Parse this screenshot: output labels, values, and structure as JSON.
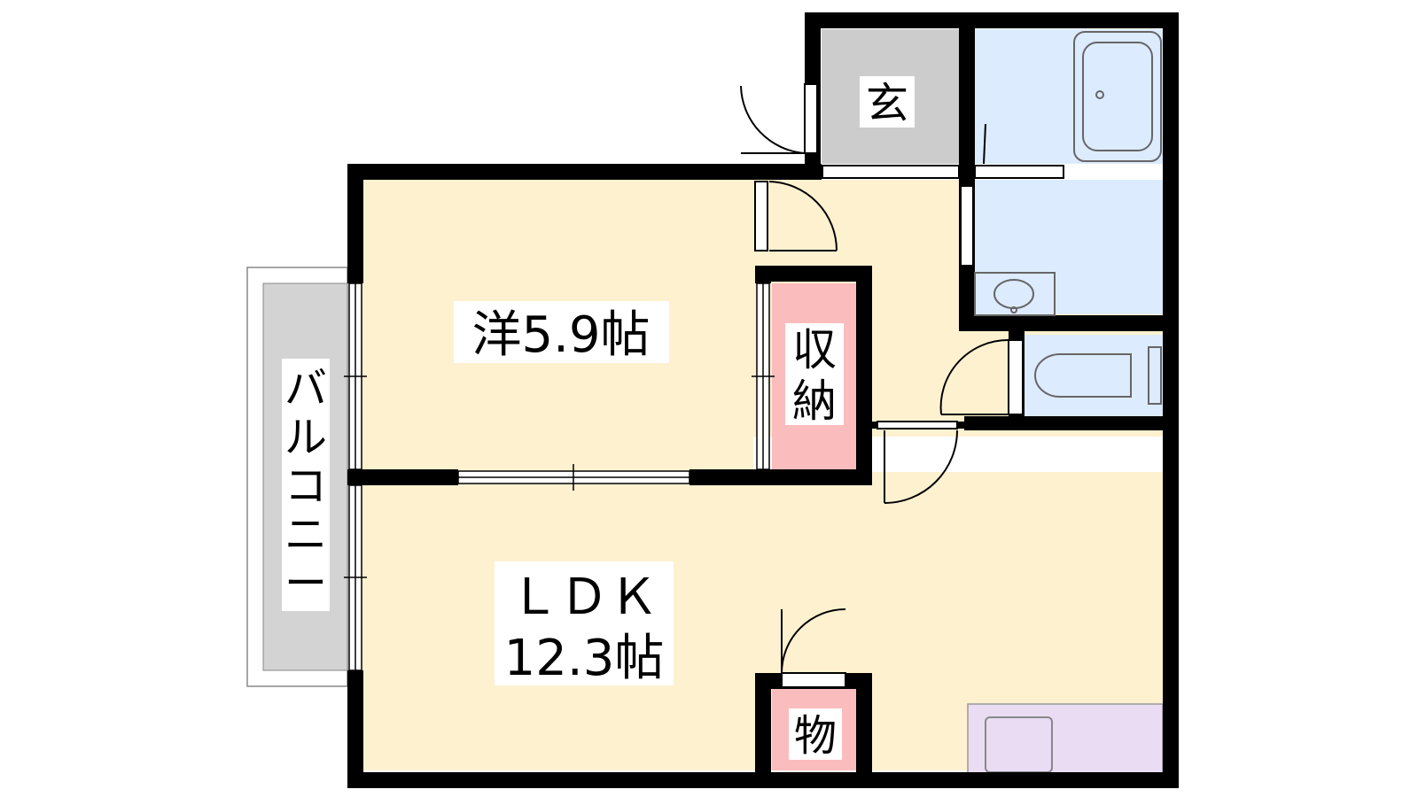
{
  "colors": {
    "room": "#fdf1d0",
    "wet": "#dcebfd",
    "storage": "#fbbcbd",
    "entry": "#cccccc",
    "balcony": "#d3d3d3",
    "kitchen": "#eadcf3",
    "wall": "#000000"
  },
  "rooms": {
    "western": {
      "label": "洋5.9帖"
    },
    "ldk": {
      "line1": "ＬＤＫ",
      "line2": "12.3帖"
    },
    "closet": {
      "line1": "収",
      "line2": "納"
    },
    "storage": {
      "label": "物"
    },
    "entrance": {
      "label": "玄"
    },
    "balcony": {
      "chars": [
        "バ",
        "ル",
        "コ",
        "ニ",
        "ー"
      ]
    }
  }
}
